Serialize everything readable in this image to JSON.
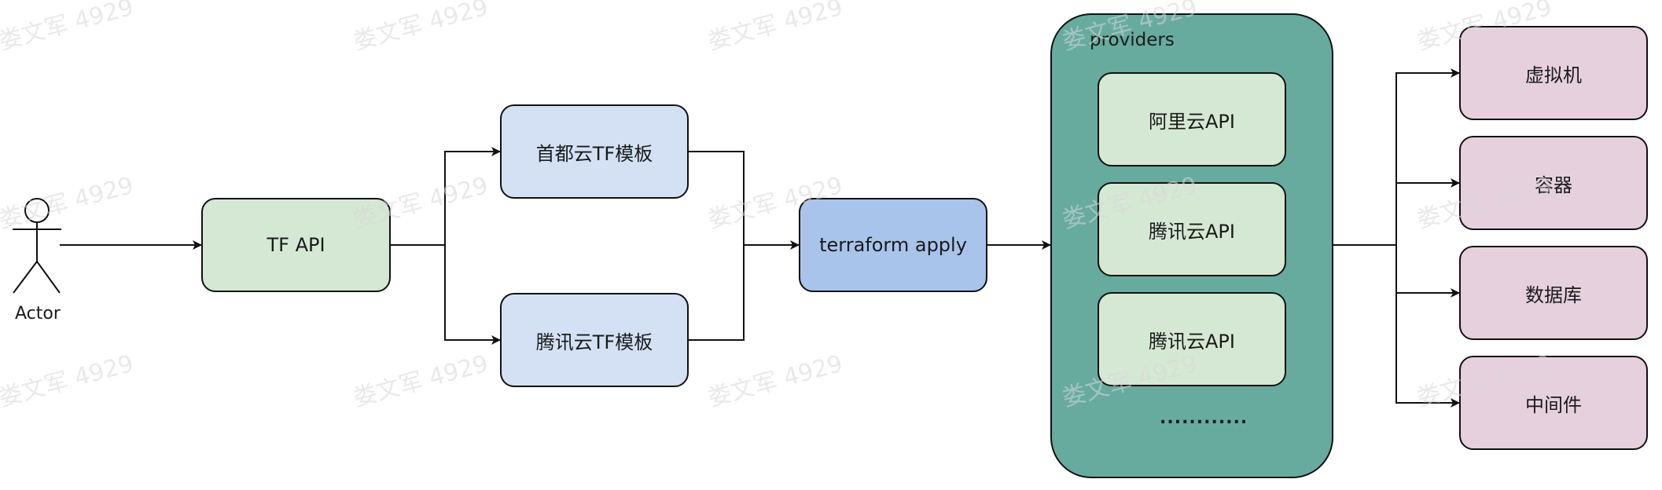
{
  "diagram": {
    "actor": {
      "label": "Actor"
    },
    "tf_api": {
      "label": "TF API"
    },
    "templates": [
      {
        "label": "首都云TF模板"
      },
      {
        "label": "腾讯云TF模板"
      }
    ],
    "terraform": {
      "label": "terraform apply"
    },
    "providers": {
      "title": "providers",
      "items": [
        {
          "label": "阿里云API"
        },
        {
          "label": "腾讯云API"
        },
        {
          "label": "腾讯云API"
        }
      ],
      "more": "............"
    },
    "targets": [
      {
        "label": "虚拟机"
      },
      {
        "label": "容器"
      },
      {
        "label": "数据库"
      },
      {
        "label": "中间件"
      }
    ]
  },
  "watermark": "娄文军 4929",
  "colors": {
    "green": "#d5e8d4",
    "light_blue": "#d4e1f5",
    "blue": "#a9c4eb",
    "teal": "#67ab9f",
    "pink": "#e6d0de",
    "stroke": "#111111"
  }
}
